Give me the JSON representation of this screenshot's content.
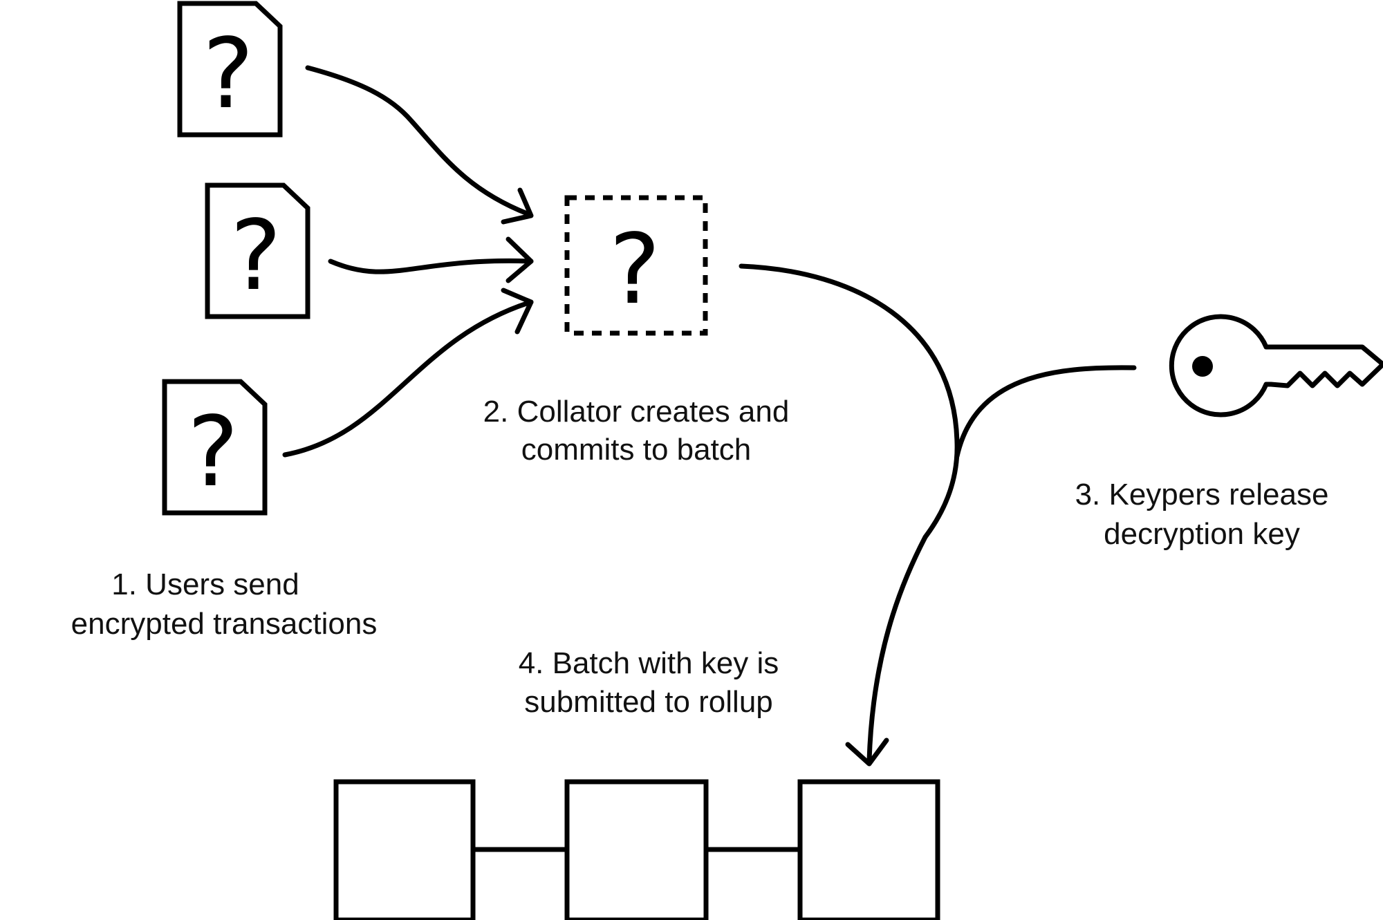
{
  "steps": [
    {
      "line1": "1. Users send",
      "line2": "encrypted transactions"
    },
    {
      "line1": "2. Collator creates and",
      "line2": "commits to batch"
    },
    {
      "line1": "3. Keypers release",
      "line2": "decryption key"
    },
    {
      "line1": "4. Batch with key is",
      "line2": "submitted to rollup"
    }
  ],
  "glyphs": {
    "unknown": "?"
  },
  "icons": {
    "documents": "document-icon",
    "batch": "dashed-batch-icon",
    "key": "key-icon",
    "chain": "rollup-block-icon"
  },
  "colors": {
    "stroke": "#000000",
    "background": "#ffffff"
  }
}
